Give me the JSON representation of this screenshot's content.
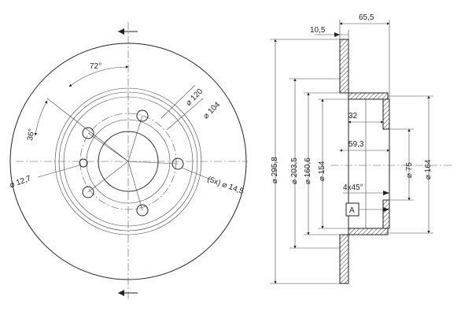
{
  "front_view": {
    "angle_top": "72°",
    "angle_left": "36°",
    "dia_120": "⌀ 120",
    "dia_104": "⌀ 104",
    "dia_12_7": "⌀ 12,7",
    "dia_14_5": "(5x) ⌀ 14,5"
  },
  "section_view": {
    "dim_10_5": "10,5",
    "dim_65_5": "65,5",
    "dim_32": "32",
    "dim_59_3": "59,3",
    "chamfer": "4x45°",
    "datum": "A",
    "dia_295_8": "⌀ 295,8",
    "dia_203_5": "⌀ 203,5",
    "dia_160_6": "⌀ 160,6",
    "dia_154": "⌀ 154",
    "dia_75": "⌀ 75",
    "dia_164": "⌀ 164"
  }
}
